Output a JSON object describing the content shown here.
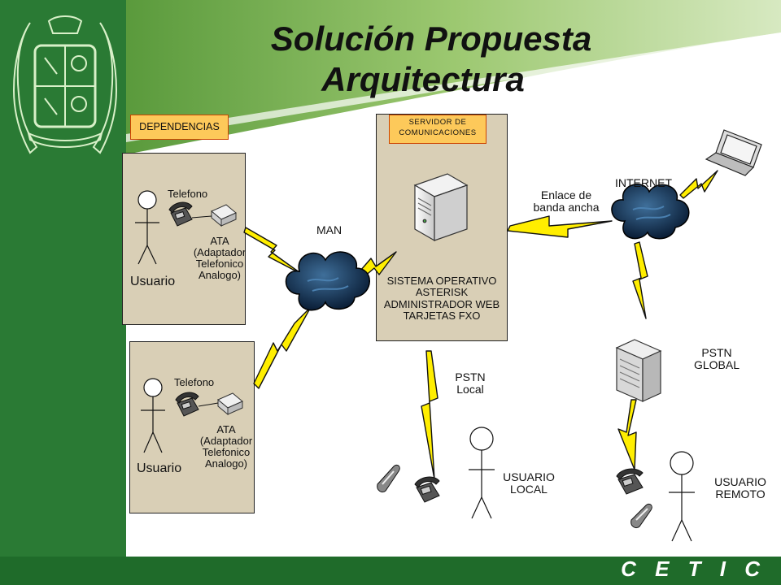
{
  "title": {
    "line1": "Solución Propuesta",
    "line2": "Arquitectura"
  },
  "footer": "C E T I C",
  "colors": {
    "green_dark": "#1f6b2a",
    "green_band": "#78b24e",
    "box_fill": "#d9cfb6",
    "tag_fill": "#fdc95a",
    "bolt_fill": "#ffee00"
  },
  "tags": {
    "dependencias": "DEPENDENCIAS",
    "servidor_l1": "SERVIDOR DE",
    "servidor_l2": "COMUNICACIONES"
  },
  "dep1": {
    "telefono": "Telefono",
    "usuario": "Usuario",
    "ata_l1": "ATA",
    "ata_l2": "(Adaptador",
    "ata_l3": "Telefonico",
    "ata_l4": "Analogo)"
  },
  "dep2": {
    "telefono": "Telefono",
    "usuario": "Usuario",
    "ata_l1": "ATA",
    "ata_l2": "(Adaptador",
    "ata_l3": "Telefonico",
    "ata_l4": "Analogo)"
  },
  "server": {
    "l1": "SISTEMA OPERATIVO",
    "l2": "ASTERISK",
    "l3": "ADMINISTRADOR WEB",
    "l4": "TARJETAS FXO"
  },
  "network": {
    "man": "MAN",
    "internet": "INTERNET",
    "enlace_l1": "Enlace de",
    "enlace_l2": "banda ancha",
    "pstn_local_l1": "PSTN",
    "pstn_local_l2": "Local",
    "pstn_global_l1": "PSTN",
    "pstn_global_l2": "GLOBAL"
  },
  "users": {
    "local_l1": "USUARIO",
    "local_l2": "LOCAL",
    "remoto_l1": "USUARIO",
    "remoto_l2": "REMOTO"
  }
}
